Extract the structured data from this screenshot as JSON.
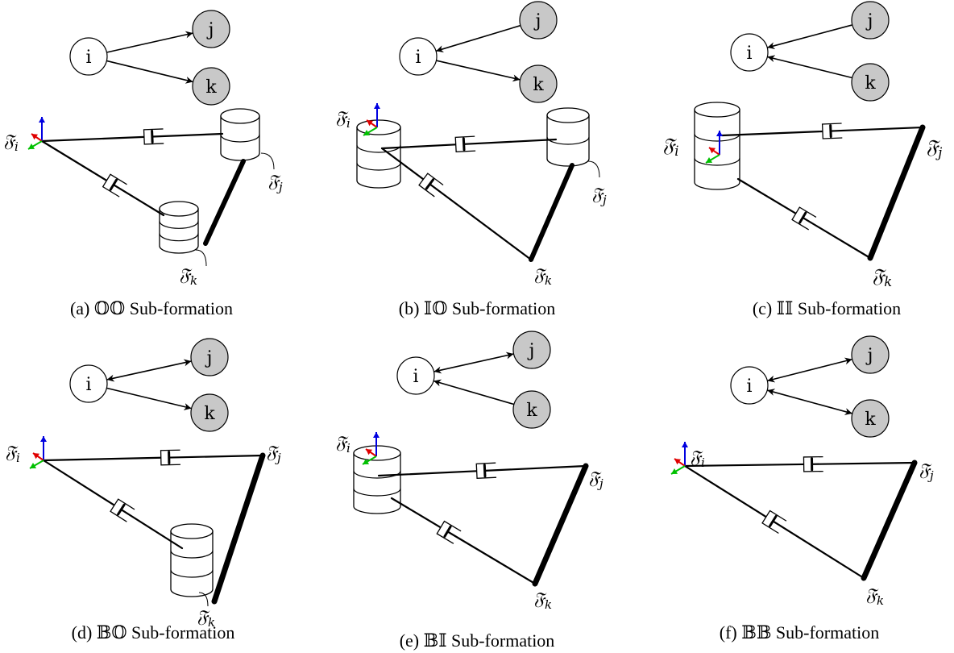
{
  "nodes": {
    "i": "i",
    "j": "j",
    "k": "k"
  },
  "frames": {
    "fi": "𝔉",
    "fi_sub": "i",
    "fj": "𝔉",
    "fj_sub": "j",
    "fk": "𝔉",
    "fk_sub": "k"
  },
  "panels": [
    {
      "caption": "(a) 𝕆𝕆 Sub-formation",
      "edge_ij": "i→j",
      "edge_ik": "i→k"
    },
    {
      "caption": "(b) 𝕀𝕆 Sub-formation",
      "edge_ij": "j→i",
      "edge_ik": "i→k"
    },
    {
      "caption": "(c) 𝕀𝕀 Sub-formation",
      "edge_ij": "j→i",
      "edge_ik": "k→i"
    },
    {
      "caption": "(d) 𝔹𝕆 Sub-formation",
      "edge_ij": "i↔j",
      "edge_ik": "i→k"
    },
    {
      "caption": "(e) 𝔹𝕀 Sub-formation",
      "edge_ij": "i↔j",
      "edge_ik": "k→i"
    },
    {
      "caption": "(f) 𝔹𝔹 Sub-formation",
      "edge_ij": "i↔j",
      "edge_ik": "i↔k"
    }
  ],
  "colors": {
    "axis_x": "#e00000",
    "axis_y": "#00c000",
    "axis_z": "#0000e0",
    "node_filled": "#c8c8c8",
    "stroke": "#000000"
  }
}
